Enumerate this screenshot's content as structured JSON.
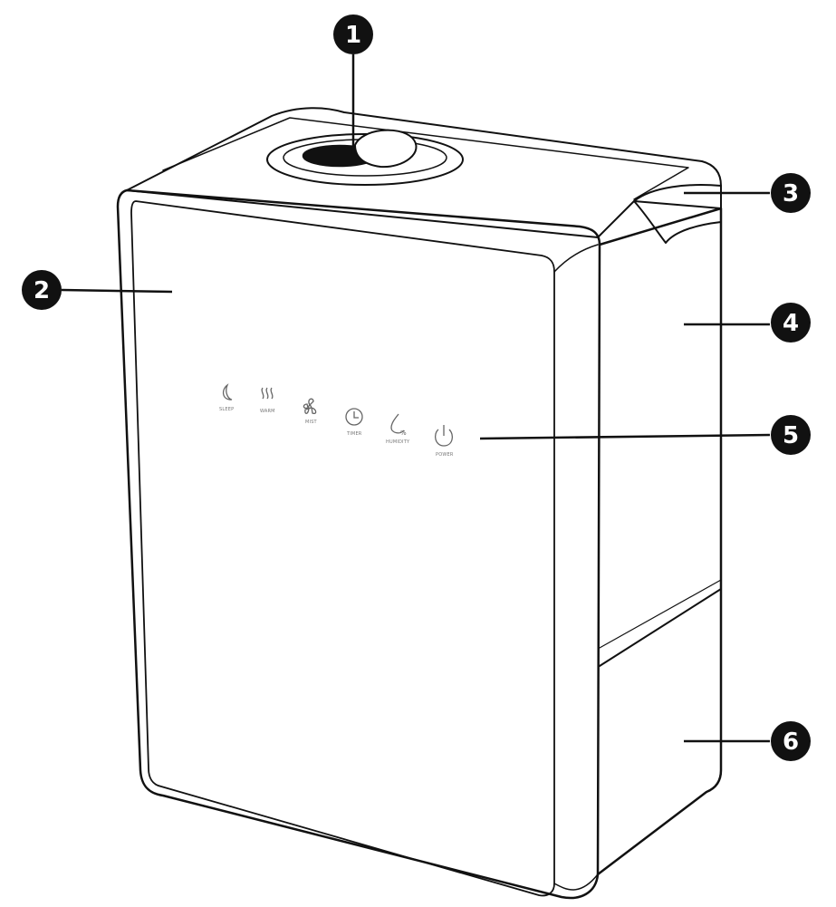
{
  "diagram": {
    "callouts": [
      {
        "id": "1",
        "label": "1"
      },
      {
        "id": "2",
        "label": "2"
      },
      {
        "id": "3",
        "label": "3"
      },
      {
        "id": "4",
        "label": "4"
      },
      {
        "id": "5",
        "label": "5"
      },
      {
        "id": "6",
        "label": "6"
      }
    ],
    "control_panel": {
      "buttons": [
        {
          "icon": "moon-icon",
          "label": "SLEEP"
        },
        {
          "icon": "warm-waves-icon",
          "label": "WARM"
        },
        {
          "icon": "fan-icon",
          "label": "MIST"
        },
        {
          "icon": "clock-icon",
          "label": "TIMER"
        },
        {
          "icon": "humidity-drop-icon",
          "label": "HUMIDITY"
        },
        {
          "icon": "power-icon",
          "label": "POWER"
        }
      ]
    },
    "colors": {
      "line": "#111111",
      "badge": "#111111",
      "badge_text": "#ffffff",
      "panel_text": "#777777"
    }
  }
}
